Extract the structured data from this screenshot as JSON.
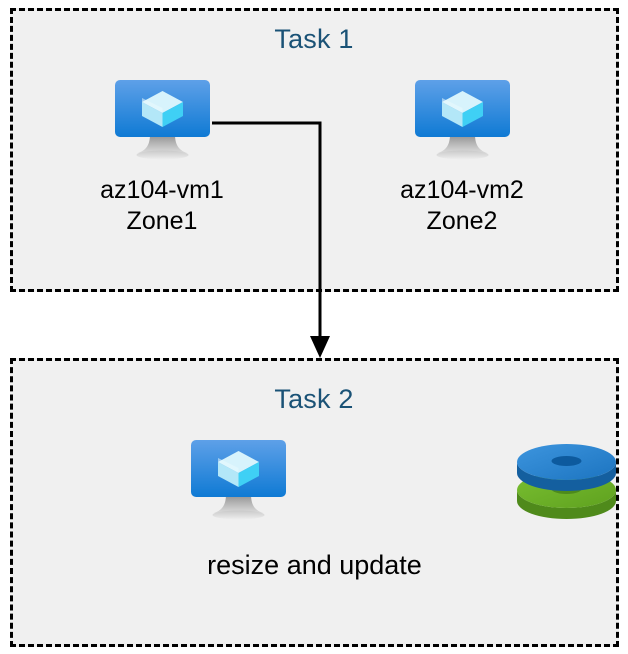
{
  "diagram": {
    "background_color": "#ffffff",
    "box_fill_color": "#f0f0f0",
    "box_border_color": "#000000",
    "title_color": "#1a5276",
    "label_color": "#000000",
    "connector_color": "#000000"
  },
  "task1": {
    "title": "Task 1",
    "nodes": [
      {
        "icon": "virtual-machine-icon",
        "label": "az104-vm1\nZone1",
        "name": "az104-vm1",
        "zone": "Zone1"
      },
      {
        "icon": "virtual-machine-icon",
        "label": "az104-vm2\nZone2",
        "name": "az104-vm2",
        "zone": "Zone2"
      }
    ]
  },
  "task2": {
    "title": "Task 2",
    "icons": [
      {
        "icon": "virtual-machine-icon"
      },
      {
        "icon": "managed-disks-icon"
      }
    ],
    "caption": "resize and update"
  },
  "connector": {
    "from": "az104-vm1",
    "to": "Task 2",
    "style": "elbow-arrow-down"
  },
  "icon_colors": {
    "monitor_screen_top": "#5ea0e8",
    "monitor_screen_bottom": "#0f7ad4",
    "monitor_stand": "#b3b3b3",
    "cube_light": "#cdf0fb",
    "cube_mid": "#9fe3f7",
    "cube_bright": "#3fd0f5",
    "disk_blue_top": "#2e8ad8",
    "disk_blue_side": "#1a6fb5",
    "disk_green_top": "#6fb72a",
    "disk_green_side": "#57941f",
    "disk_hole_blue": "#0d5a9e",
    "disk_hole_green": "#4d8a1c"
  }
}
